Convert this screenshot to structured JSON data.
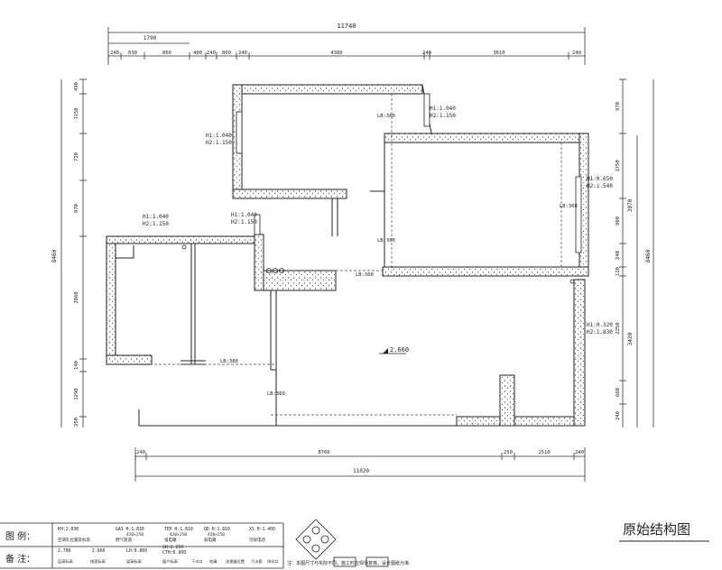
{
  "title": "原始结构图",
  "dims": {
    "top_total": "11740",
    "top_sub": "1790",
    "top_row": [
      "240",
      "630",
      "860",
      "400",
      "240",
      "860",
      "240",
      "4380",
      "240",
      "3610",
      "240"
    ],
    "bottom_row": [
      "240",
      "8760",
      "250",
      "1510",
      "240"
    ],
    "bottom_total": "11020",
    "left_col": [
      "490",
      "1150",
      "720",
      "870",
      "2860",
      "140",
      "1290",
      "250"
    ],
    "left_total": "8460",
    "right_col": [
      "970",
      "1750",
      "900",
      "240",
      "120",
      "2250",
      "660",
      "240"
    ],
    "right_group": [
      "3070",
      "3420"
    ],
    "right_total": "8460"
  },
  "annotations": {
    "h_top_room": [
      "H1:1.040",
      "H2:1.150"
    ],
    "h_top_right": [
      "H1:1.040",
      "H2:1.150"
    ],
    "h_mid_left": [
      "H1:1.040",
      "H2:1.150"
    ],
    "h_left_room": [
      "H1:1.040",
      "H2:1.150"
    ],
    "h_right_room": [
      "H1:0.650",
      "H2:1.540"
    ],
    "h_right_lower": [
      "H1:0.320",
      "H2:1.830"
    ],
    "lb_labels": [
      "LB:300",
      "LB:300",
      "LB:300",
      "LB:360",
      "LB:380",
      "LB:300",
      "LB:360"
    ],
    "floor_level": "2.660"
  },
  "legend": {
    "row1_label": "图 例：",
    "row2_label": "备 注：",
    "items": [
      {
        "code": "KH:2.030",
        "desc": "空调孔位置及标高"
      },
      {
        "code": "GAS H:1.810",
        "desc": "燃气管道"
      },
      {
        "code": "TEP H:1.810",
        "desc": "强电箱"
      },
      {
        "code": "QD H:1.810",
        "desc": "弱电箱"
      },
      {
        "code": "XS H:1.400",
        "desc": "可视电话"
      }
    ],
    "sizes": [
      "420×250",
      "420×250",
      "420×250"
    ],
    "row2_items": [
      "2.700",
      "2.660",
      "LH:0.800",
      "GH:2.250",
      "CTH:0.900"
    ],
    "row2_desc": [
      "层高标高",
      "地面标高",
      "梁高标高",
      "窗户标高",
      "下水口",
      "地漏",
      "坐便器位置",
      "污水管",
      "排水口"
    ],
    "note": "注：本图尺寸与实际不同，施工时应现场复核，设计图纸为准."
  }
}
